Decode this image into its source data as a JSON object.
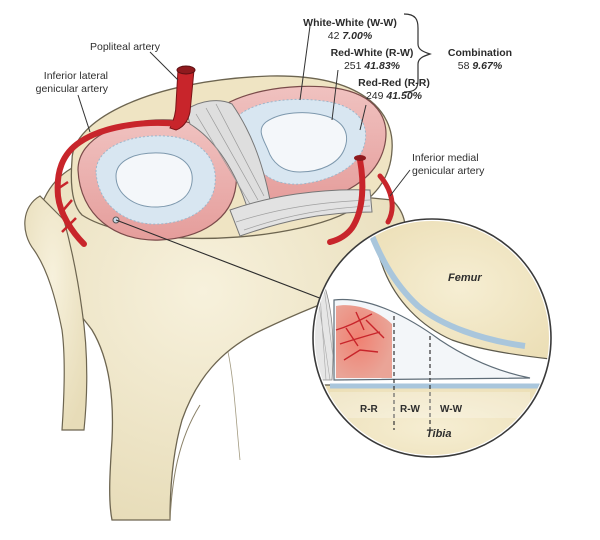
{
  "labels": {
    "popliteal_artery": "Popliteal artery",
    "inferior_lateral_line1": "Inferior lateral",
    "inferior_lateral_line2": "genicular artery",
    "inferior_medial_line1": "Inferior medial",
    "inferior_medial_line2": "genicular artery",
    "femur": "Femur",
    "tibia": "Tibia"
  },
  "zones": [
    {
      "name": "White-White (W-W)",
      "count": "42",
      "percent": "7.00%"
    },
    {
      "name": "Red-White (R-W)",
      "count": "251",
      "percent": "41.83%"
    },
    {
      "name": "Red-Red (R-R)",
      "count": "249",
      "percent": "41.50%"
    }
  ],
  "combination": {
    "name": "Combination",
    "count": "58",
    "percent": "9.67%"
  },
  "inset_zone_labels": [
    "R-R",
    "R-W",
    "W-W"
  ],
  "colors": {
    "artery": "#c8252b",
    "bone": "#f3ecd4",
    "meniscus_white": "#dfe9f3",
    "meniscus_red": "#e8a6a4",
    "ligament": "#d9d9d9",
    "cartilage": "#bcd3e3"
  }
}
